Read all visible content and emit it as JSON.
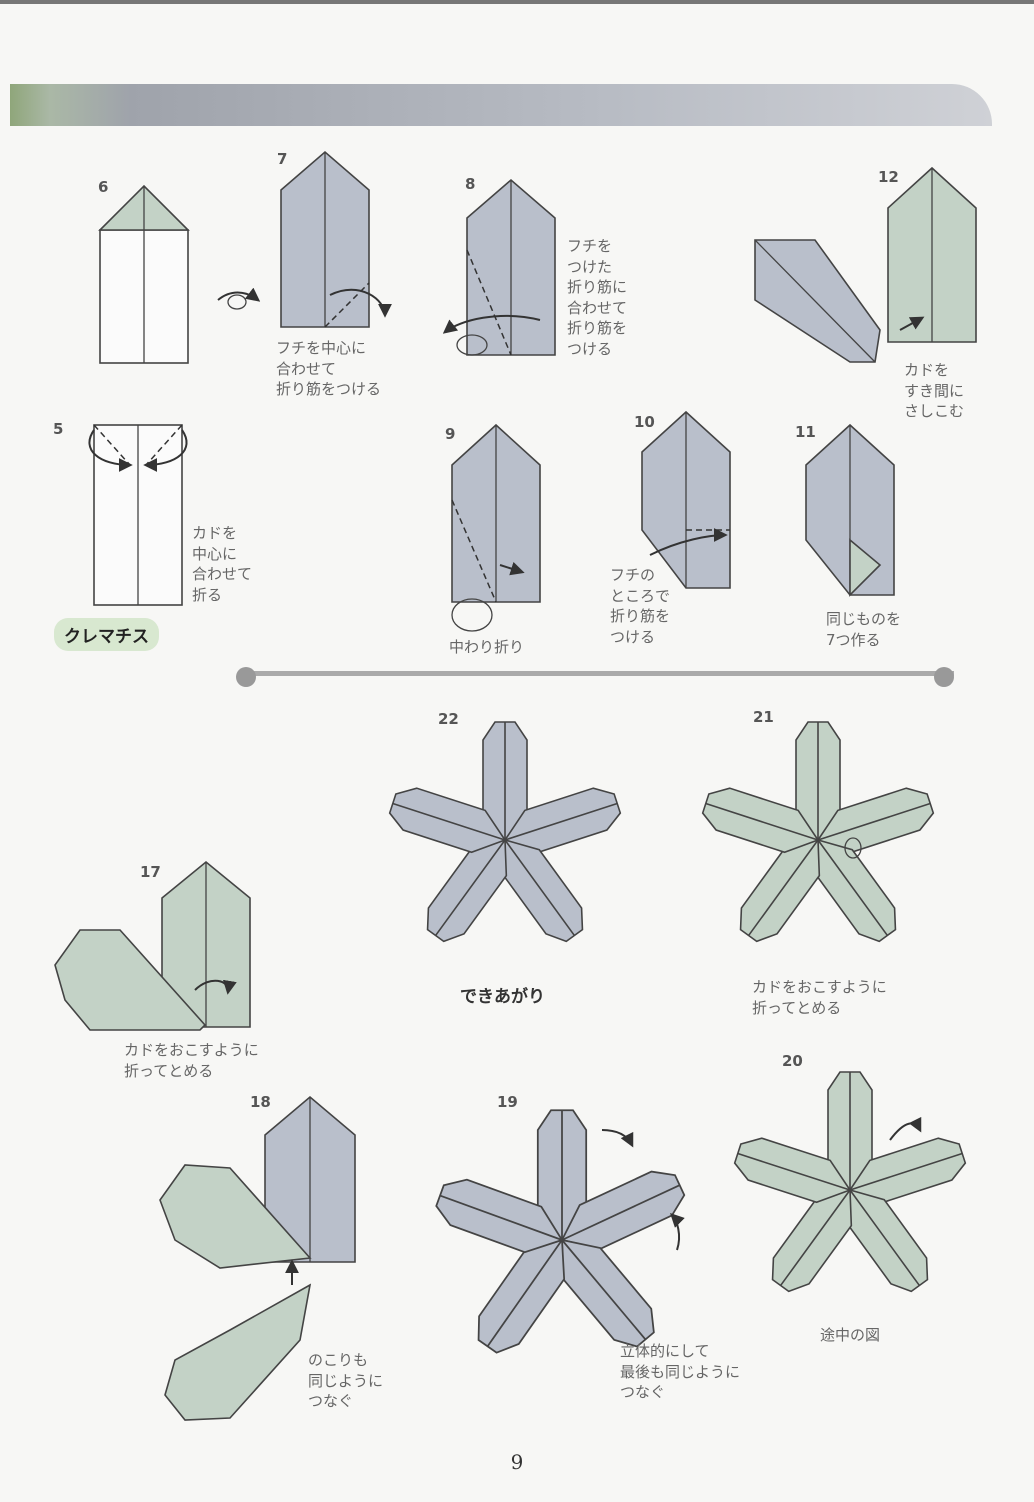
{
  "section_tag": "クレマチス",
  "steps": {
    "s5": {
      "num": "5",
      "note": "カドを\n中心に\n合わせて\n折る"
    },
    "s6": {
      "num": "6"
    },
    "s7": {
      "num": "7",
      "note": "フチを中心に\n合わせて\n折り筋をつける"
    },
    "s8": {
      "num": "8",
      "note": "フチを\nつけた\n折り筋に\n合わせて\n折り筋を\nつける"
    },
    "s9": {
      "num": "9",
      "note": "中わり折り"
    },
    "s10": {
      "num": "10",
      "note": "フチの\nところで\n折り筋を\nつける"
    },
    "s11": {
      "num": "11",
      "note": "同じものを\n7つ作る"
    },
    "s12": {
      "num": "12",
      "note": "カドを\nすき間に\nさしこむ"
    },
    "s17": {
      "num": "17",
      "note": "カドをおこすように\n折ってとめる"
    },
    "s18": {
      "num": "18",
      "note": "のこりも\n同じように\nつなぐ"
    },
    "s19": {
      "num": "19",
      "note": "立体的にして\n最後も同じように\nつなぐ"
    },
    "s20": {
      "num": "20",
      "note": "途中の図"
    },
    "s21": {
      "num": "21",
      "note": "カドをおこすように\n折ってとめる"
    },
    "s22": {
      "num": "22"
    }
  },
  "finished_label": "できあがり",
  "page_number": "9",
  "colors": {
    "paper_gray": "#b9bfcb",
    "paper_green": "#c3d2c6",
    "banner": "#b8bcc4"
  }
}
